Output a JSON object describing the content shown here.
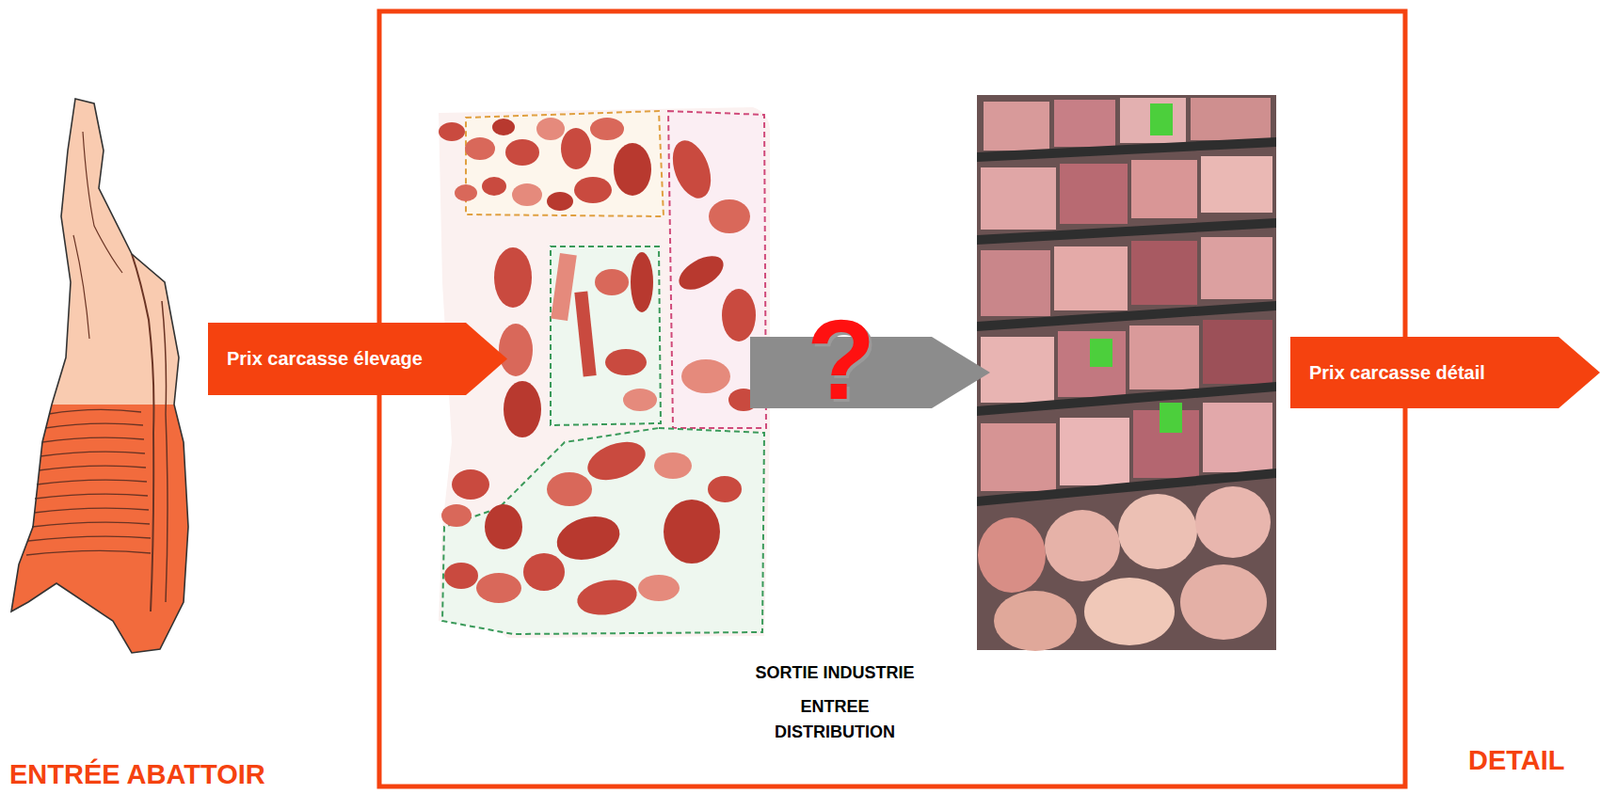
{
  "diagram": {
    "nodes": [
      {
        "text": [
          "Prix carcasse élevage"
        ]
      },
      {
        "text": [
          "?"
        ]
      },
      {
        "text": [
          "Prix carcasse détail"
        ]
      }
    ],
    "labels": [
      "ENTRÉE ABATTOIR",
      "SORTIE INDUSTRIE",
      "ENTREE DISTRIBUTION",
      "DETAIL"
    ]
  }
}
